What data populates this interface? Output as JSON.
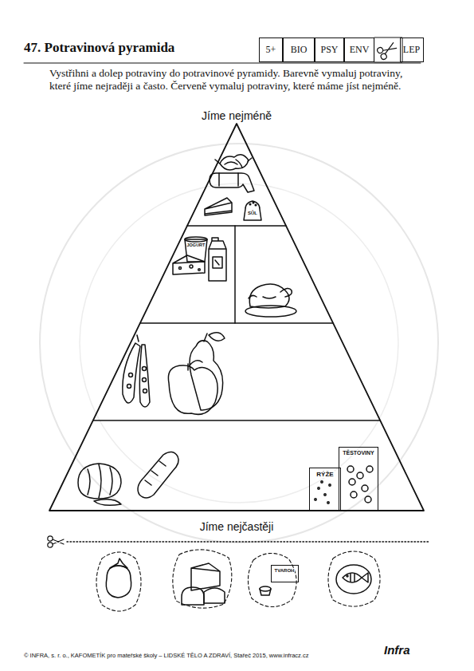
{
  "diagram": {
    "title": "47. Potravinová pyramida",
    "nodes": [
      {
        "text": [
          "5+"
        ]
      },
      {
        "text": [
          "BIO"
        ]
      },
      {
        "text": [
          "PSY"
        ]
      },
      {
        "text": [
          "ENV"
        ]
      },
      {
        "text": [
          "LEP"
        ]
      },
      {
        "text": [
          "RÝŽE"
        ]
      },
      {
        "text": [
          "TĚSTOVINY"
        ]
      },
      {
        "text": [
          "TVAROH"
        ]
      }
    ],
    "labels": [
      "Vystřihni a dolep potraviny do potravinové pyramidy. Barevně vymaluj potraviny, které jíme nejraději a často. Červeně vymaluj potraviny, které máme jíst nejméně.",
      "Jíme nejméně",
      "JOGURT",
      "SŮL",
      "Jíme nejčastěji",
      "© INFRA, s. r. o., KAFOMETÍK pro mateřské školy – LIDSKÉ TĚLO A ZDRAVÍ, Stařeč 2015, www.infracz.cz",
      "Infra"
    ]
  }
}
